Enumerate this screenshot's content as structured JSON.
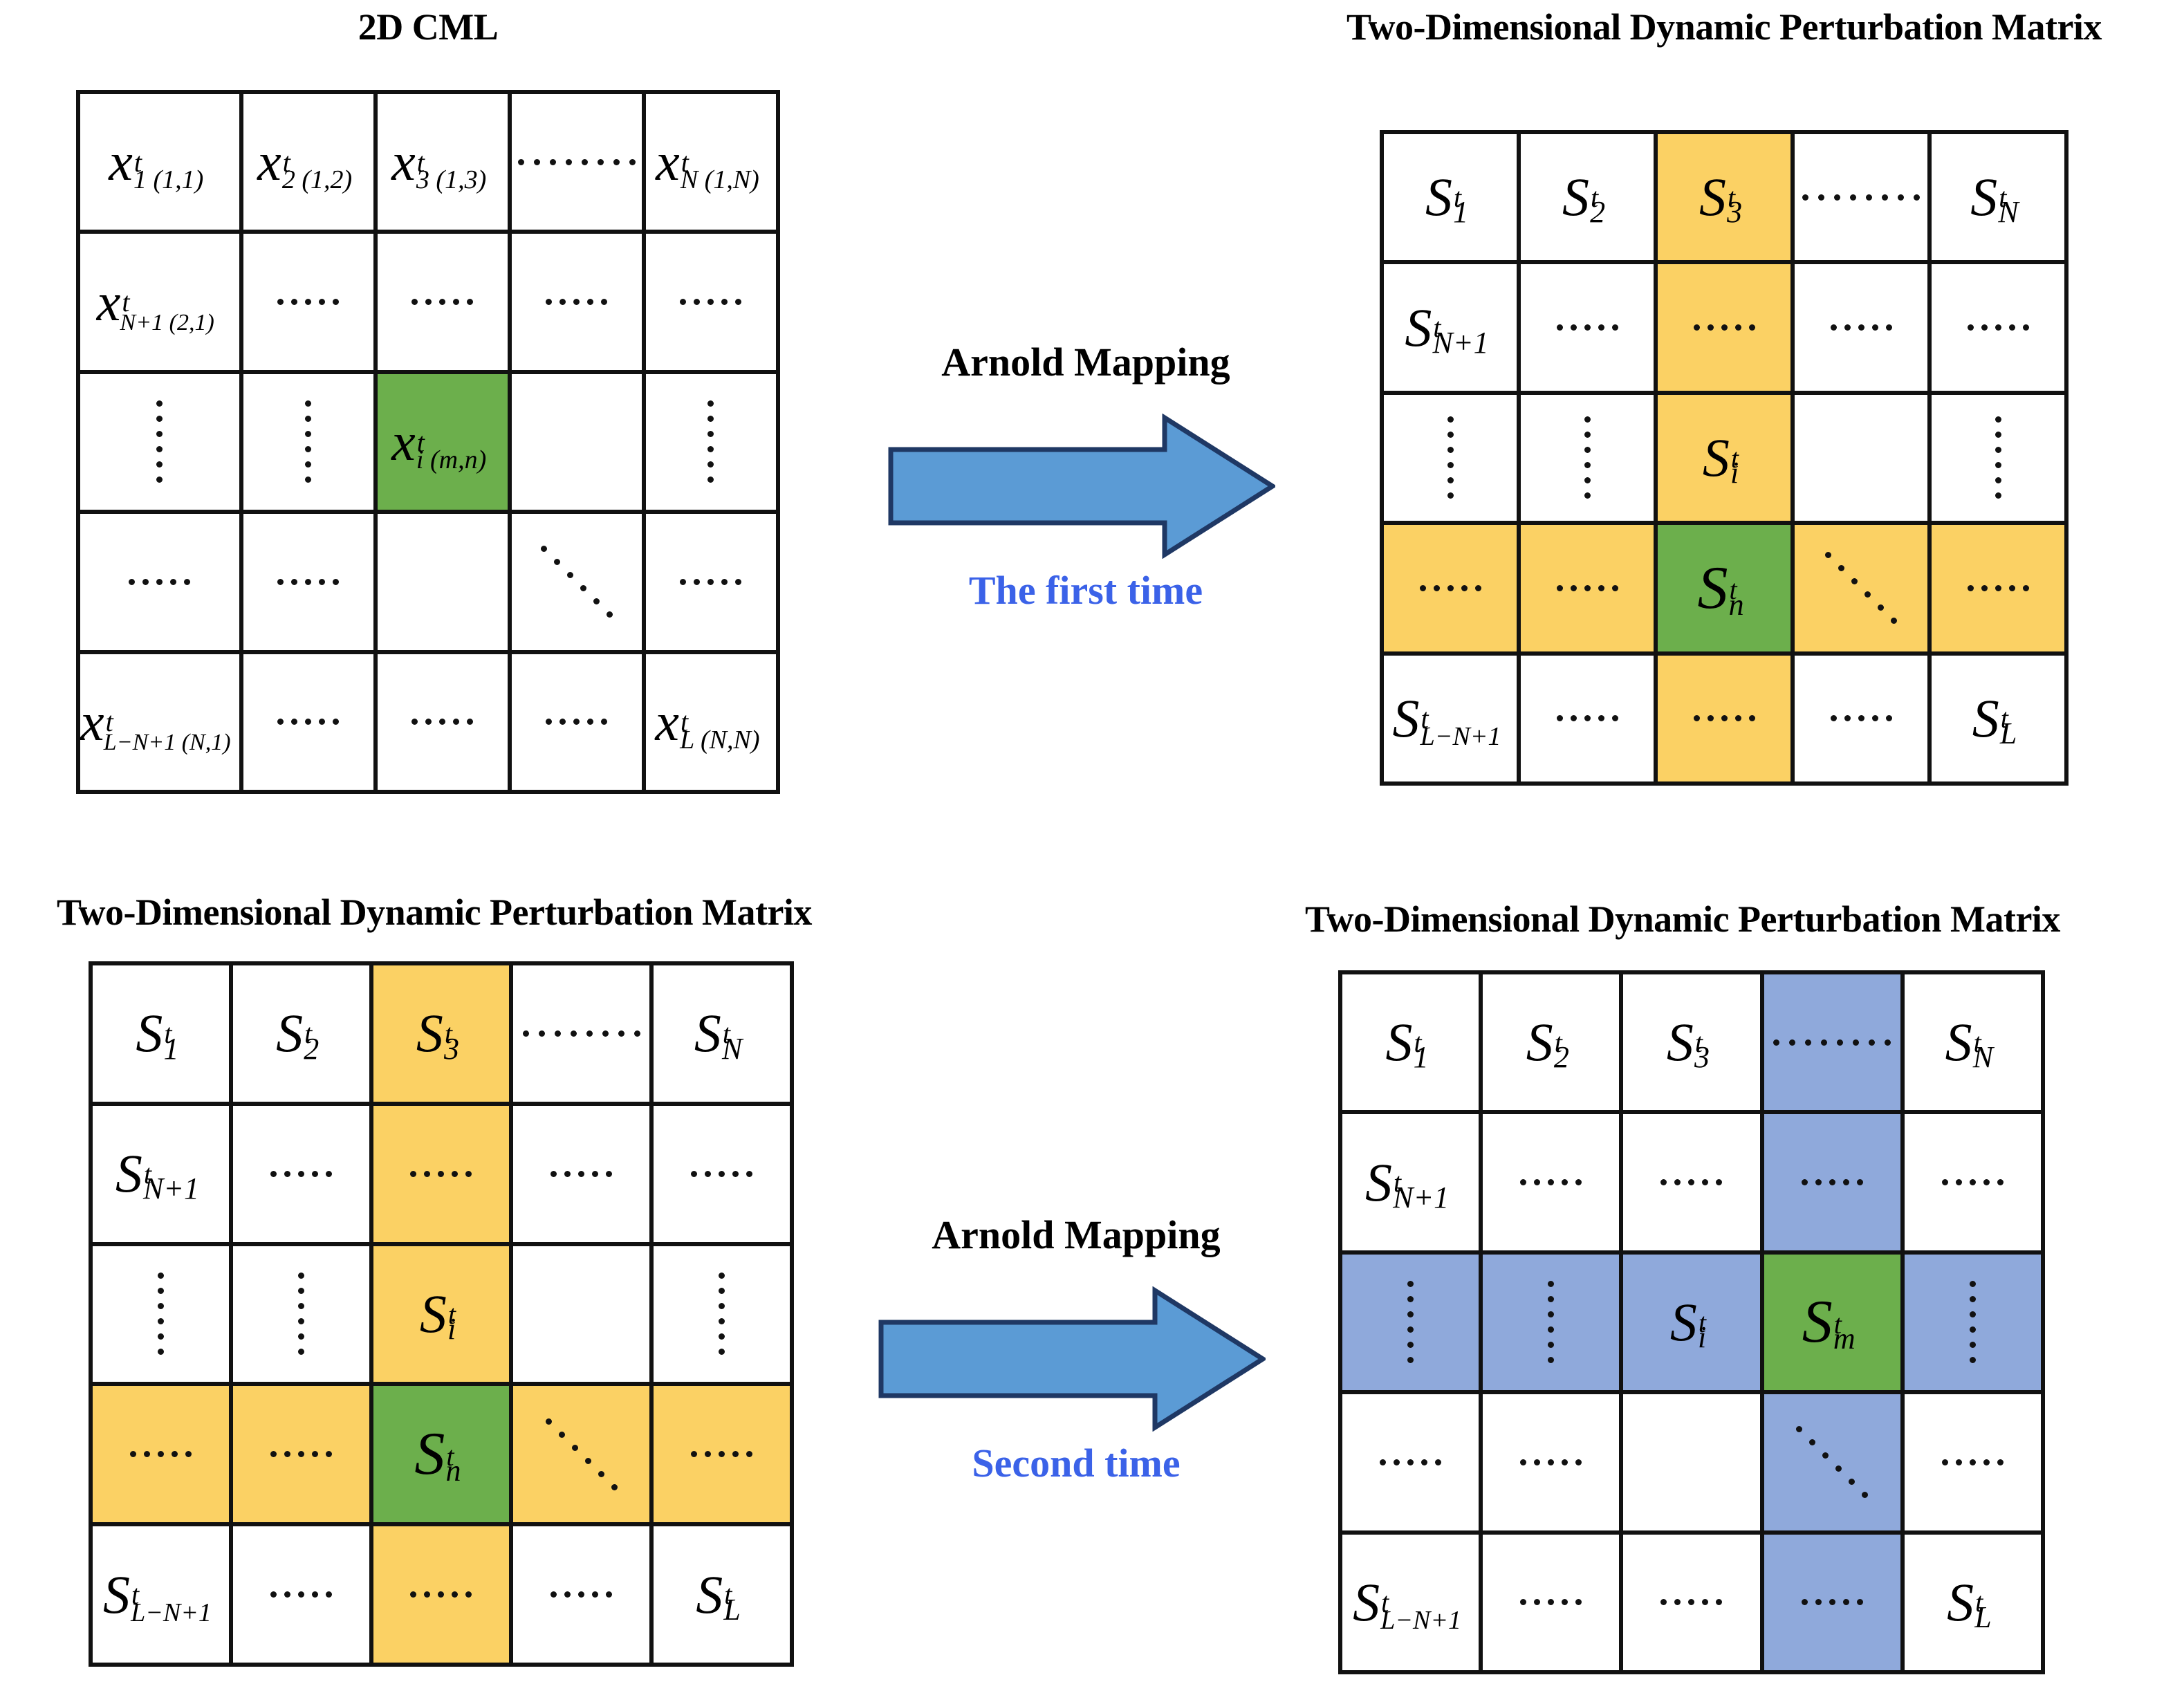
{
  "colors": {
    "highlight_yellow": "#FBD164",
    "highlight_green": "#6CAF4C",
    "highlight_blue": "#8FA9DB",
    "arrow_fill": "#5B9BD5",
    "arrow_stroke": "#1F3864",
    "label_blue": "#3B62E8",
    "grid_line": "#111111"
  },
  "panels": {
    "top_left": {
      "title": "2D CML",
      "cells": [
        [
          {
            "type": "math",
            "base": "x",
            "sup": "t",
            "sub": "1 (1,1)",
            "fill": "white"
          },
          {
            "type": "math",
            "base": "x",
            "sup": "t",
            "sub": "2 (1,2)",
            "fill": "white"
          },
          {
            "type": "math",
            "base": "x",
            "sup": "t",
            "sub": "3 (1,3)",
            "fill": "white"
          },
          {
            "type": "hdots",
            "dots": 8,
            "fill": "white"
          },
          {
            "type": "math",
            "base": "x",
            "sup": "t",
            "sub": "N (1,N)",
            "fill": "white"
          }
        ],
        [
          {
            "type": "math",
            "base": "x",
            "sup": "t",
            "sub": "N+1 (2,1)",
            "fill": "white"
          },
          {
            "type": "hdots",
            "dots": 5,
            "fill": "white"
          },
          {
            "type": "hdots",
            "dots": 5,
            "fill": "white"
          },
          {
            "type": "hdots",
            "dots": 5,
            "fill": "white"
          },
          {
            "type": "hdots",
            "dots": 5,
            "fill": "white"
          }
        ],
        [
          {
            "type": "vdots",
            "dots": 6,
            "fill": "white"
          },
          {
            "type": "vdots",
            "dots": 6,
            "fill": "white"
          },
          {
            "type": "math",
            "base": "x",
            "sup": "t",
            "sub": "i (m,n)",
            "fill": "green"
          },
          {
            "type": "empty",
            "fill": "white"
          },
          {
            "type": "vdots",
            "dots": 6,
            "fill": "white"
          }
        ],
        [
          {
            "type": "hdots",
            "dots": 5,
            "fill": "white"
          },
          {
            "type": "hdots",
            "dots": 5,
            "fill": "white"
          },
          {
            "type": "empty",
            "fill": "white"
          },
          {
            "type": "ddots",
            "dots": 6,
            "fill": "white"
          },
          {
            "type": "hdots",
            "dots": 5,
            "fill": "white"
          }
        ],
        [
          {
            "type": "math",
            "base": "x",
            "sup": "t",
            "sub": "L−N+1 (N,1)",
            "fill": "white"
          },
          {
            "type": "hdots",
            "dots": 5,
            "fill": "white"
          },
          {
            "type": "hdots",
            "dots": 5,
            "fill": "white"
          },
          {
            "type": "hdots",
            "dots": 5,
            "fill": "white"
          },
          {
            "type": "math",
            "base": "x",
            "sup": "t",
            "sub": "L (N,N)",
            "fill": "white"
          }
        ]
      ]
    },
    "top_right": {
      "title": "Two-Dimensional Dynamic Perturbation Matrix",
      "cells": [
        [
          {
            "type": "math",
            "base": "S",
            "sup": "t",
            "sub": "1",
            "fill": "white"
          },
          {
            "type": "math",
            "base": "S",
            "sup": "t",
            "sub": "2",
            "fill": "white"
          },
          {
            "type": "math",
            "base": "S",
            "sup": "t",
            "sub": "3",
            "fill": "yellow"
          },
          {
            "type": "hdots",
            "dots": 8,
            "fill": "white"
          },
          {
            "type": "math",
            "base": "S",
            "sup": "t",
            "sub": "N",
            "fill": "white"
          }
        ],
        [
          {
            "type": "math",
            "base": "S",
            "sup": "t",
            "sub": "N+1",
            "fill": "white"
          },
          {
            "type": "hdots",
            "dots": 5,
            "fill": "white"
          },
          {
            "type": "hdots",
            "dots": 5,
            "fill": "yellow"
          },
          {
            "type": "hdots",
            "dots": 5,
            "fill": "white"
          },
          {
            "type": "hdots",
            "dots": 5,
            "fill": "white"
          }
        ],
        [
          {
            "type": "vdots",
            "dots": 6,
            "fill": "white"
          },
          {
            "type": "vdots",
            "dots": 6,
            "fill": "white"
          },
          {
            "type": "math",
            "base": "S",
            "sup": "t",
            "sub": "i",
            "fill": "yellow"
          },
          {
            "type": "empty",
            "fill": "white"
          },
          {
            "type": "vdots",
            "dots": 6,
            "fill": "white"
          }
        ],
        [
          {
            "type": "hdots",
            "dots": 5,
            "fill": "yellow"
          },
          {
            "type": "hdots",
            "dots": 5,
            "fill": "yellow"
          },
          {
            "type": "math",
            "base": "S",
            "sup": "t",
            "sub": "n",
            "fill": "green"
          },
          {
            "type": "ddots",
            "dots": 6,
            "fill": "yellow"
          },
          {
            "type": "hdots",
            "dots": 5,
            "fill": "yellow"
          }
        ],
        [
          {
            "type": "math",
            "base": "S",
            "sup": "t",
            "sub": "L−N+1",
            "fill": "white"
          },
          {
            "type": "hdots",
            "dots": 5,
            "fill": "white"
          },
          {
            "type": "hdots",
            "dots": 5,
            "fill": "yellow"
          },
          {
            "type": "hdots",
            "dots": 5,
            "fill": "white"
          },
          {
            "type": "math",
            "base": "S",
            "sup": "t",
            "sub": "L",
            "fill": "white"
          }
        ]
      ]
    },
    "bottom_left": {
      "title": "Two-Dimensional Dynamic Perturbation Matrix",
      "cells": [
        [
          {
            "type": "math",
            "base": "S",
            "sup": "t",
            "sub": "1",
            "fill": "white"
          },
          {
            "type": "math",
            "base": "S",
            "sup": "t",
            "sub": "2",
            "fill": "white"
          },
          {
            "type": "math",
            "base": "S",
            "sup": "t",
            "sub": "3",
            "fill": "yellow"
          },
          {
            "type": "hdots",
            "dots": 8,
            "fill": "white"
          },
          {
            "type": "math",
            "base": "S",
            "sup": "t",
            "sub": "N",
            "fill": "white"
          }
        ],
        [
          {
            "type": "math",
            "base": "S",
            "sup": "t",
            "sub": "N+1",
            "fill": "white"
          },
          {
            "type": "hdots",
            "dots": 5,
            "fill": "white"
          },
          {
            "type": "hdots",
            "dots": 5,
            "fill": "yellow"
          },
          {
            "type": "hdots",
            "dots": 5,
            "fill": "white"
          },
          {
            "type": "hdots",
            "dots": 5,
            "fill": "white"
          }
        ],
        [
          {
            "type": "vdots",
            "dots": 6,
            "fill": "white"
          },
          {
            "type": "vdots",
            "dots": 6,
            "fill": "white"
          },
          {
            "type": "math",
            "base": "S",
            "sup": "t",
            "sub": "i",
            "fill": "yellow"
          },
          {
            "type": "empty",
            "fill": "white"
          },
          {
            "type": "vdots",
            "dots": 6,
            "fill": "white"
          }
        ],
        [
          {
            "type": "hdots",
            "dots": 5,
            "fill": "yellow"
          },
          {
            "type": "hdots",
            "dots": 5,
            "fill": "yellow"
          },
          {
            "type": "math",
            "base": "S",
            "sup": "t",
            "sub": "n",
            "fill": "green"
          },
          {
            "type": "ddots",
            "dots": 6,
            "fill": "yellow"
          },
          {
            "type": "hdots",
            "dots": 5,
            "fill": "yellow"
          }
        ],
        [
          {
            "type": "math",
            "base": "S",
            "sup": "t",
            "sub": "L−N+1",
            "fill": "white"
          },
          {
            "type": "hdots",
            "dots": 5,
            "fill": "white"
          },
          {
            "type": "hdots",
            "dots": 5,
            "fill": "yellow"
          },
          {
            "type": "hdots",
            "dots": 5,
            "fill": "white"
          },
          {
            "type": "math",
            "base": "S",
            "sup": "t",
            "sub": "L",
            "fill": "white"
          }
        ]
      ]
    },
    "bottom_right": {
      "title": "Two-Dimensional Dynamic Perturbation Matrix",
      "cells": [
        [
          {
            "type": "math",
            "base": "S",
            "sup": "t",
            "sub": "1",
            "fill": "white"
          },
          {
            "type": "math",
            "base": "S",
            "sup": "t",
            "sub": "2",
            "fill": "white"
          },
          {
            "type": "math",
            "base": "S",
            "sup": "t",
            "sub": "3",
            "fill": "white"
          },
          {
            "type": "hdots",
            "dots": 8,
            "fill": "blue"
          },
          {
            "type": "math",
            "base": "S",
            "sup": "t",
            "sub": "N",
            "fill": "white"
          }
        ],
        [
          {
            "type": "math",
            "base": "S",
            "sup": "t",
            "sub": "N+1",
            "fill": "white"
          },
          {
            "type": "hdots",
            "dots": 5,
            "fill": "white"
          },
          {
            "type": "hdots",
            "dots": 5,
            "fill": "white"
          },
          {
            "type": "hdots",
            "dots": 5,
            "fill": "blue"
          },
          {
            "type": "hdots",
            "dots": 5,
            "fill": "white"
          }
        ],
        [
          {
            "type": "vdots",
            "dots": 6,
            "fill": "blue"
          },
          {
            "type": "vdots",
            "dots": 6,
            "fill": "blue"
          },
          {
            "type": "math",
            "base": "S",
            "sup": "t",
            "sub": "i",
            "fill": "blue"
          },
          {
            "type": "math",
            "base": "S",
            "sup": "t",
            "sub": "m",
            "fill": "green"
          },
          {
            "type": "vdots",
            "dots": 6,
            "fill": "blue"
          }
        ],
        [
          {
            "type": "hdots",
            "dots": 5,
            "fill": "white"
          },
          {
            "type": "hdots",
            "dots": 5,
            "fill": "white"
          },
          {
            "type": "empty",
            "fill": "white"
          },
          {
            "type": "ddots",
            "dots": 6,
            "fill": "blue"
          },
          {
            "type": "hdots",
            "dots": 5,
            "fill": "white"
          }
        ],
        [
          {
            "type": "math",
            "base": "S",
            "sup": "t",
            "sub": "L−N+1",
            "fill": "white"
          },
          {
            "type": "hdots",
            "dots": 5,
            "fill": "white"
          },
          {
            "type": "hdots",
            "dots": 5,
            "fill": "white"
          },
          {
            "type": "hdots",
            "dots": 5,
            "fill": "blue"
          },
          {
            "type": "math",
            "base": "S",
            "sup": "t",
            "sub": "L",
            "fill": "white"
          }
        ]
      ]
    }
  },
  "arrows": {
    "first": {
      "label": "Arnold Mapping",
      "sublabel": "The first time"
    },
    "second": {
      "label": "Arnold Mapping",
      "sublabel": "Second time"
    }
  }
}
